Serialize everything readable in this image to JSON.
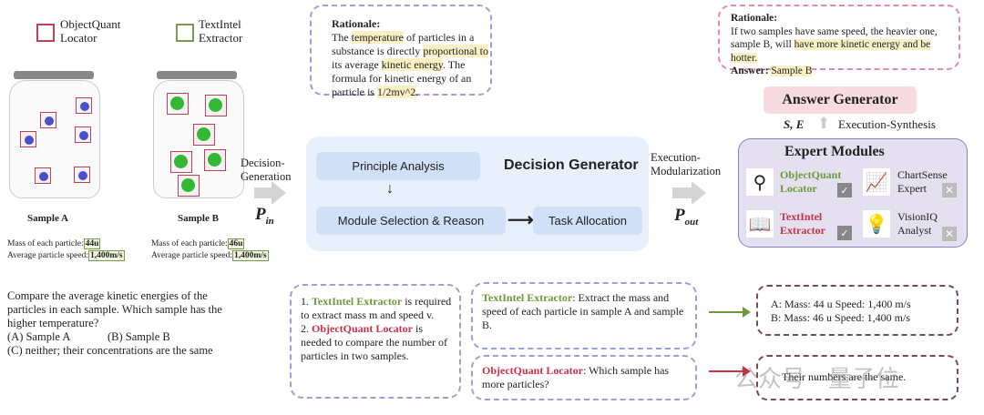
{
  "legend": {
    "object_quant": "ObjectQuant Locator",
    "text_intel": "TextIntel Extractor"
  },
  "samples": [
    {
      "label": "Sample A",
      "mass_label": "Mass of each particle:",
      "mass": "44u",
      "speed_label": "Average particle speed:",
      "speed": "1,400m/s"
    },
    {
      "label": "Sample B",
      "mass_label": "Mass of each particle:",
      "mass": "46u",
      "speed_label": "Average particle speed:",
      "speed": "1,400m/s"
    }
  ],
  "question": {
    "text": "Compare the average kinetic energies of the particles in each sample. Which sample has the higher temperature?",
    "option_a": "(A) Sample A",
    "option_b": "(B) Sample B",
    "option_c": "(C) neither; their concentrations are the same"
  },
  "flow": {
    "decision_generation": "Decision-Generation",
    "p_in": "P",
    "p_in_sub": "in",
    "execution_modularization": "Execution-Modularization",
    "p_out": "P",
    "p_out_sub": "out",
    "s_e": "S, E",
    "execution_synthesis": "Execution-Synthesis"
  },
  "rationale_left": {
    "title": "Rationale:",
    "parts": [
      "The ",
      "temperature",
      " of particles in a substance is directly ",
      "proportional to",
      " its average ",
      "kinetic energy",
      ". The formula for kinetic energy of an particle is ",
      "1/2mv^2",
      "."
    ]
  },
  "decision_generator": {
    "title": "Decision Generator",
    "principle": "Principle Analysis",
    "module_selection": "Module Selection & Reason",
    "task_allocation": "Task Allocation"
  },
  "rationale_right": {
    "title": "Rationale:",
    "text1": "If two samples have same speed, the heavier one, sample B, will ",
    "highlight": "have more kinetic energy and be hotter.",
    "answer_label": "Answer:",
    "answer": "Sample B"
  },
  "answer_generator": "Answer Generator",
  "expert_modules": {
    "title": "Expert Modules",
    "items": [
      {
        "name1": "ObjectQuant",
        "name2": "Locator",
        "icon": "magnifier-icon",
        "selected": true
      },
      {
        "name1": "ChartSense",
        "name2": "Expert",
        "icon": "line-chart-icon",
        "selected": false
      },
      {
        "name1": "TextIntel",
        "name2": "Extractor",
        "icon": "book-icon",
        "selected": true
      },
      {
        "name1": "VisionIQ",
        "name2": "Analyst",
        "icon": "lightbulb-icon",
        "selected": false
      }
    ]
  },
  "reason_box": {
    "n1": "1. ",
    "m1": "TextIntel Extractor",
    "t1": " is required to extract mass m and speed v.",
    "n2": "2. ",
    "m2": "ObjectQuant Locator",
    "t2": " is needed to compare the number of particles in two samples."
  },
  "tasks": [
    {
      "module": "TextIntel Extractor",
      "text": ": Extract the mass and speed of each particle in sample A and sample B."
    },
    {
      "module": "ObjectQuant Locator",
      "text": ":  Which sample has more particles?"
    }
  ],
  "results": {
    "a": "A: Mass: 44 u  Speed: 1,400 m/s",
    "b": "B: Mass: 46 u  Speed: 1,400 m/s",
    "count": "Their numbers are the same."
  },
  "watermark": "公众号 · 量子位",
  "colors": {
    "green": "#6b9a3a",
    "red": "#c83048",
    "blue_dash": "#9aa0d6",
    "pink_dash": "#e58ca0",
    "brown_dash": "#7a4a50"
  }
}
